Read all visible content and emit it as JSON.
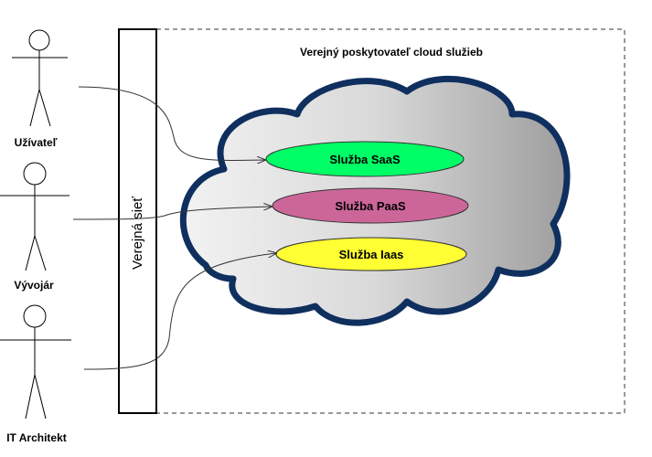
{
  "provider": {
    "title": "Verejný poskytovateľ cloud služieb"
  },
  "network": {
    "label": "Verejná sieť"
  },
  "actors": [
    {
      "label": "Užívateľ"
    },
    {
      "label": "Vývojár"
    },
    {
      "label": "IT Architekt"
    }
  ],
  "services": [
    {
      "label": "Služba SaaS",
      "color": "#00ff66"
    },
    {
      "label": "Služba PaaS",
      "color": "#cc6699"
    },
    {
      "label": "Služba Iaas",
      "color": "#ffff33"
    }
  ],
  "colors": {
    "cloud_border": "#0f2f5f"
  }
}
